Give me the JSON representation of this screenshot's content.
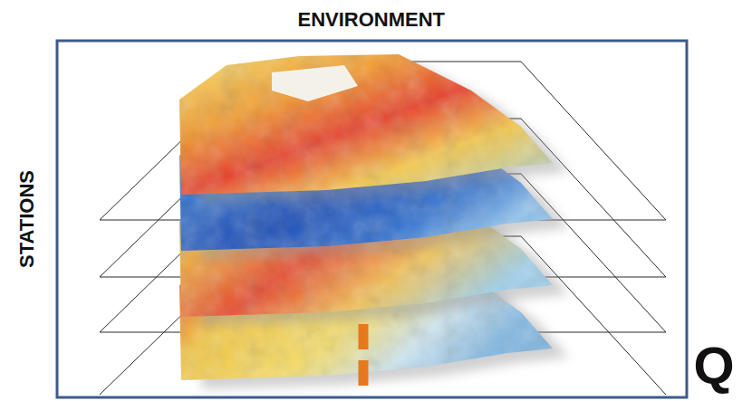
{
  "diagram": {
    "labels": [
      "ENVIRONMENT",
      "STATIONS",
      "Q"
    ]
  }
}
